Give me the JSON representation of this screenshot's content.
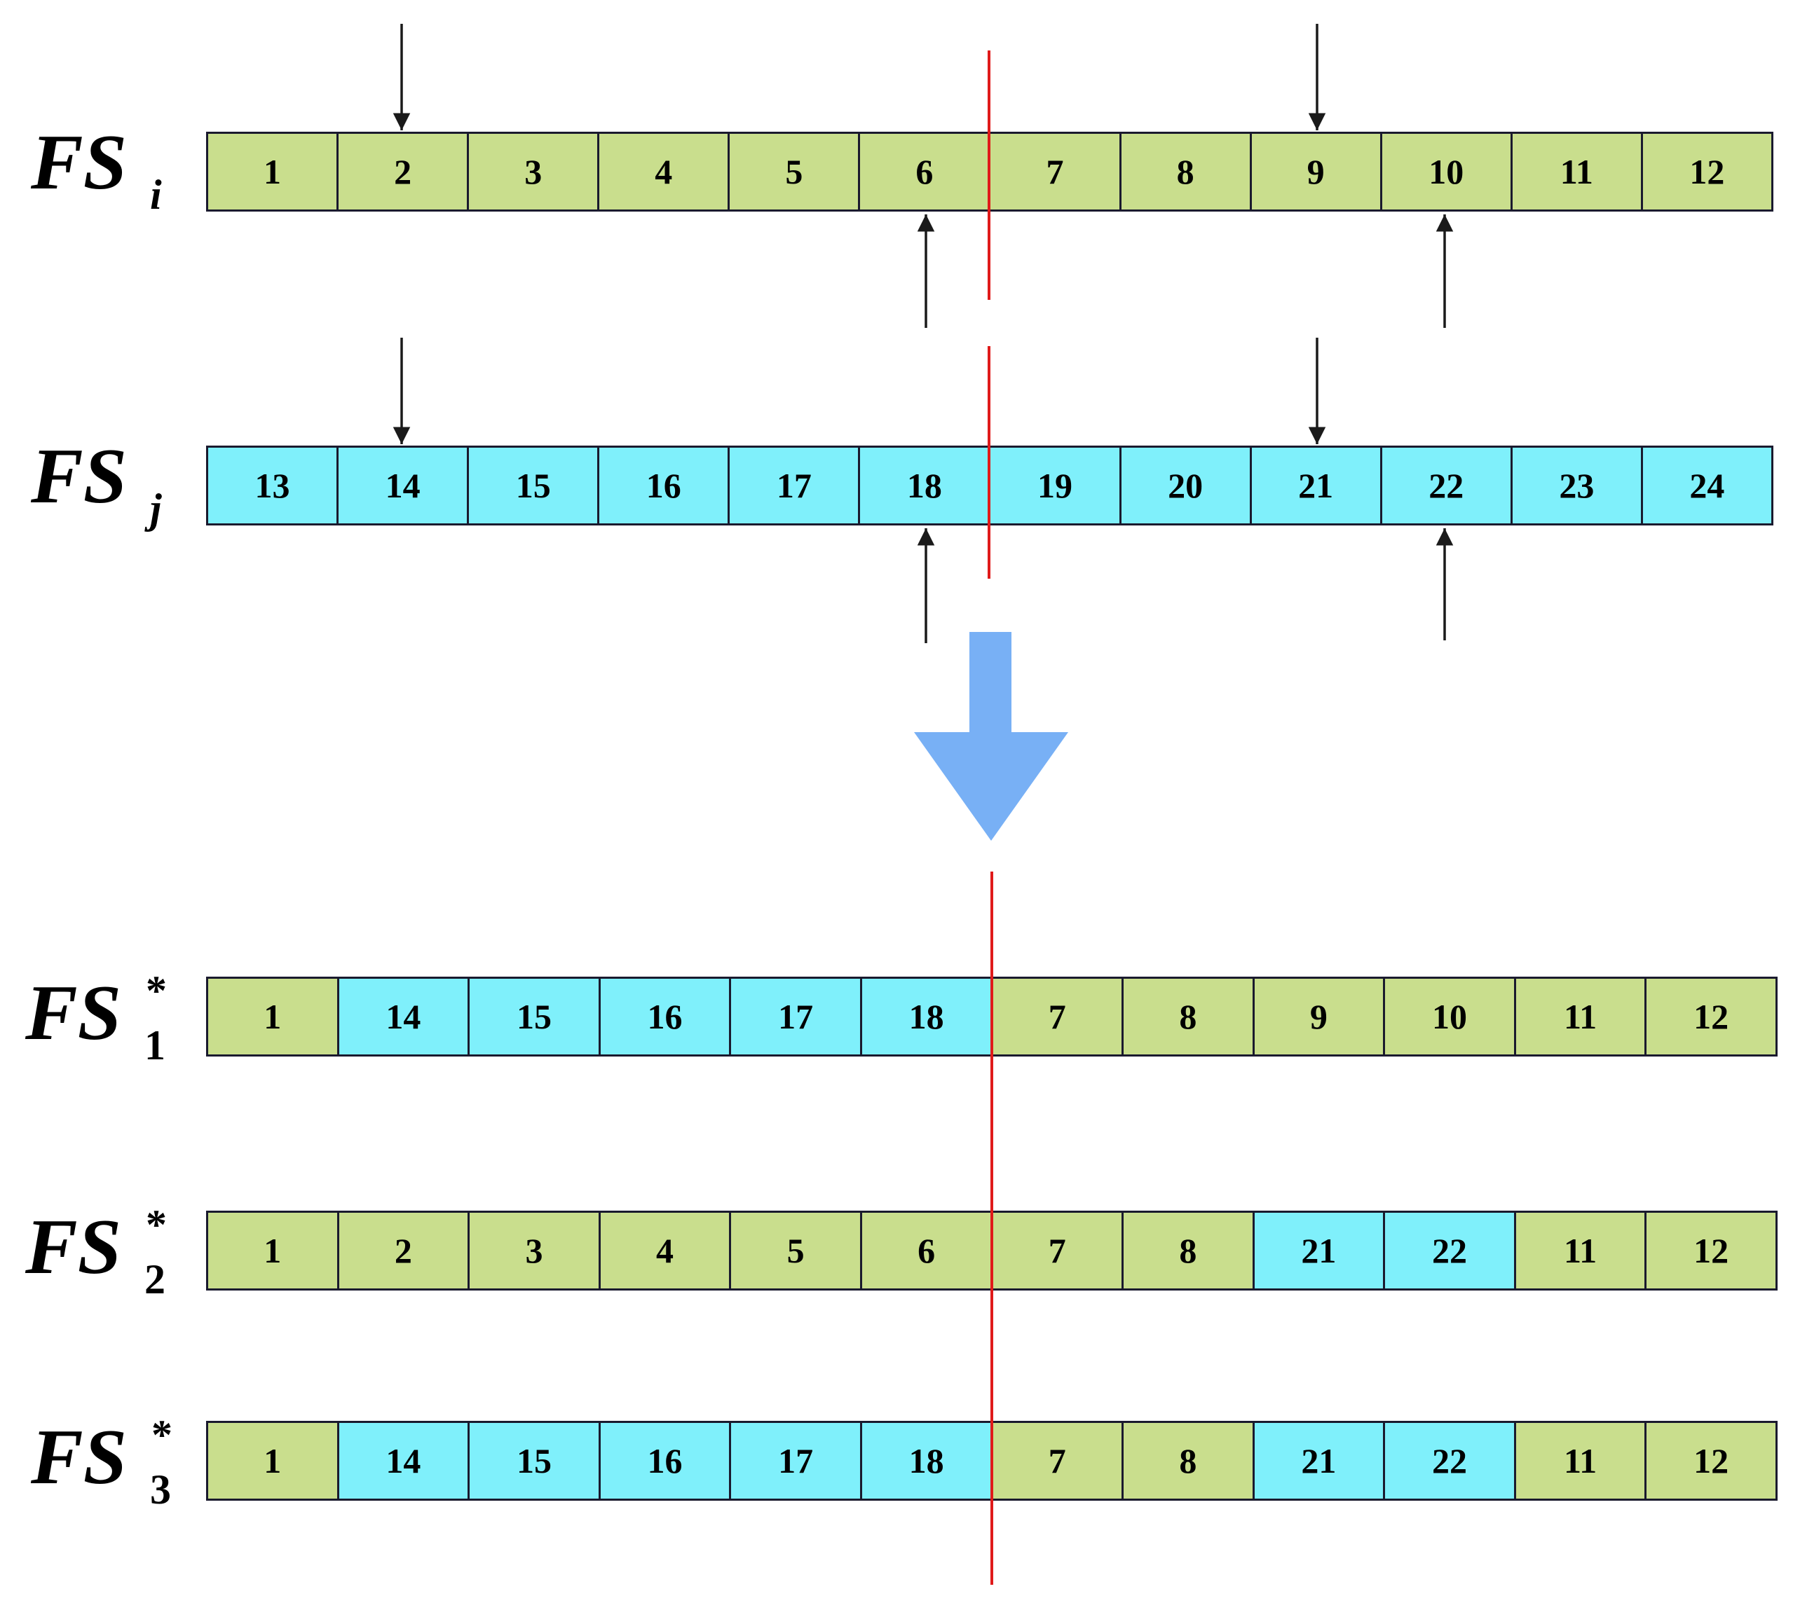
{
  "rows": [
    {
      "id": "fs-i",
      "label_main": "FS",
      "label_sub": "i",
      "label_sup": "",
      "cells": [
        {
          "value": "1",
          "color": "green"
        },
        {
          "value": "2",
          "color": "green"
        },
        {
          "value": "3",
          "color": "green"
        },
        {
          "value": "4",
          "color": "green"
        },
        {
          "value": "5",
          "color": "green"
        },
        {
          "value": "6",
          "color": "green"
        },
        {
          "value": "7",
          "color": "green"
        },
        {
          "value": "8",
          "color": "green"
        },
        {
          "value": "9",
          "color": "green"
        },
        {
          "value": "10",
          "color": "green"
        },
        {
          "value": "11",
          "color": "green"
        },
        {
          "value": "12",
          "color": "green"
        }
      ]
    },
    {
      "id": "fs-j",
      "label_main": "FS",
      "label_sub": "j",
      "label_sup": "",
      "cells": [
        {
          "value": "13",
          "color": "cyan"
        },
        {
          "value": "14",
          "color": "cyan"
        },
        {
          "value": "15",
          "color": "cyan"
        },
        {
          "value": "16",
          "color": "cyan"
        },
        {
          "value": "17",
          "color": "cyan"
        },
        {
          "value": "18",
          "color": "cyan"
        },
        {
          "value": "19",
          "color": "cyan"
        },
        {
          "value": "20",
          "color": "cyan"
        },
        {
          "value": "21",
          "color": "cyan"
        },
        {
          "value": "22",
          "color": "cyan"
        },
        {
          "value": "23",
          "color": "cyan"
        },
        {
          "value": "24",
          "color": "cyan"
        }
      ]
    },
    {
      "id": "fs-1-star",
      "label_main": "FS",
      "label_sub": "1",
      "label_sup": "*",
      "cells": [
        {
          "value": "1",
          "color": "green"
        },
        {
          "value": "14",
          "color": "cyan"
        },
        {
          "value": "15",
          "color": "cyan"
        },
        {
          "value": "16",
          "color": "cyan"
        },
        {
          "value": "17",
          "color": "cyan"
        },
        {
          "value": "18",
          "color": "cyan"
        },
        {
          "value": "7",
          "color": "green"
        },
        {
          "value": "8",
          "color": "green"
        },
        {
          "value": "9",
          "color": "green"
        },
        {
          "value": "10",
          "color": "green"
        },
        {
          "value": "11",
          "color": "green"
        },
        {
          "value": "12",
          "color": "green"
        }
      ]
    },
    {
      "id": "fs-2-star",
      "label_main": "FS",
      "label_sub": "2",
      "label_sup": "*",
      "cells": [
        {
          "value": "1",
          "color": "green"
        },
        {
          "value": "2",
          "color": "green"
        },
        {
          "value": "3",
          "color": "green"
        },
        {
          "value": "4",
          "color": "green"
        },
        {
          "value": "5",
          "color": "green"
        },
        {
          "value": "6",
          "color": "green"
        },
        {
          "value": "7",
          "color": "green"
        },
        {
          "value": "8",
          "color": "green"
        },
        {
          "value": "21",
          "color": "cyan"
        },
        {
          "value": "22",
          "color": "cyan"
        },
        {
          "value": "11",
          "color": "green"
        },
        {
          "value": "12",
          "color": "green"
        }
      ]
    },
    {
      "id": "fs-3-star",
      "label_main": "FS",
      "label_sub": "3",
      "label_sup": "*",
      "cells": [
        {
          "value": "1",
          "color": "green"
        },
        {
          "value": "14",
          "color": "cyan"
        },
        {
          "value": "15",
          "color": "cyan"
        },
        {
          "value": "16",
          "color": "cyan"
        },
        {
          "value": "17",
          "color": "cyan"
        },
        {
          "value": "18",
          "color": "cyan"
        },
        {
          "value": "7",
          "color": "green"
        },
        {
          "value": "8",
          "color": "green"
        },
        {
          "value": "21",
          "color": "cyan"
        },
        {
          "value": "22",
          "color": "cyan"
        },
        {
          "value": "11",
          "color": "green"
        },
        {
          "value": "12",
          "color": "green"
        }
      ]
    }
  ],
  "colors": {
    "green": "#c9de8d",
    "cyan": "#7ff0fb",
    "cut_line": "#e01a1a",
    "big_arrow": "#78b0f5",
    "pointer_arrow": "#1a1a1a"
  },
  "icons": {
    "crossover_point": "red-cut-line",
    "selection_marker": "pointer-arrow-icon",
    "transform": "big-down-arrow-icon"
  }
}
